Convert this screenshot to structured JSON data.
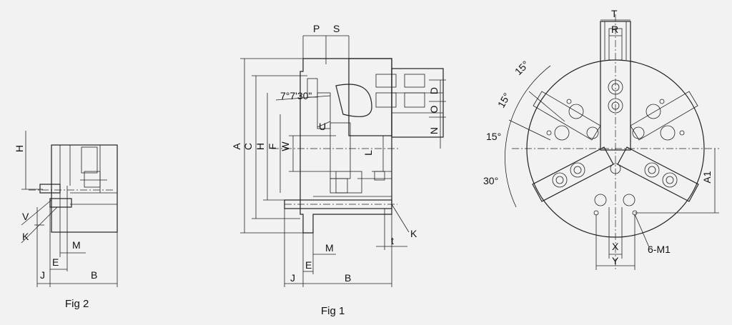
{
  "fig2": {
    "caption": "Fig 2",
    "labels": {
      "H": "H",
      "V": "V",
      "K": "K",
      "M": "M",
      "E": "E",
      "J": "J",
      "B": "B"
    }
  },
  "fig1": {
    "caption": "Fig 1",
    "labels": {
      "P": "P",
      "S": "S",
      "D": "D",
      "O": "O",
      "N": "N",
      "A": "A",
      "C": "C",
      "H": "H",
      "F": "F",
      "W": "W",
      "L": "L",
      "U": "U",
      "K": "K",
      "t": "t",
      "M": "M",
      "E": "E",
      "J": "J",
      "B": "B",
      "angle": "7°7'30\""
    }
  },
  "front": {
    "labels": {
      "T": "T",
      "R": "R",
      "X": "X",
      "Y": "Y",
      "A1": "A1",
      "M1": "6-M1",
      "ang1": "15°",
      "ang2": "15°",
      "ang3": "15°",
      "ang4": "30°"
    }
  }
}
